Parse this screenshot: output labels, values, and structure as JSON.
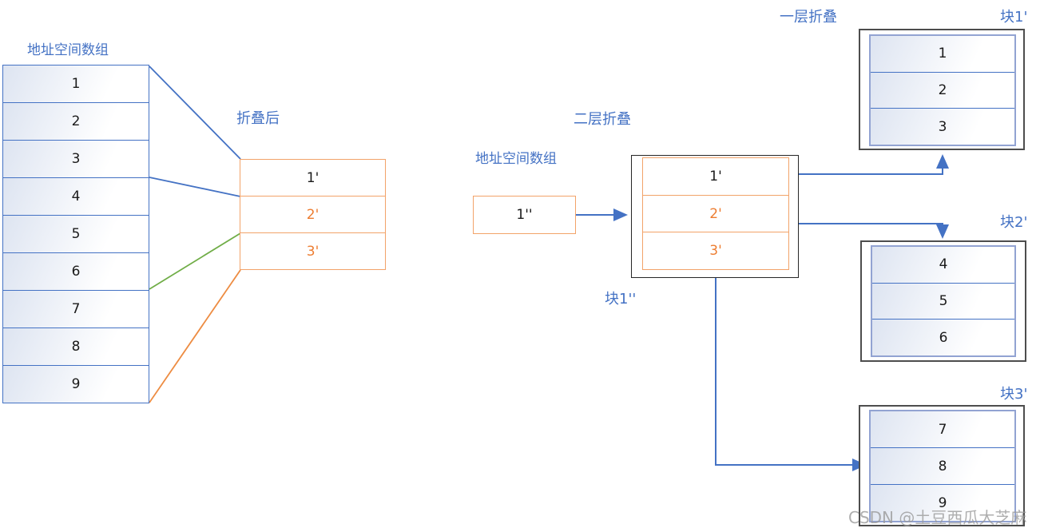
{
  "colors": {
    "blue": "#4472C4",
    "inner_blue": "#92A3D2",
    "label_blue": "#4472C4",
    "orange_border": "#F2A369",
    "orange_line": "#ED8C42",
    "orange_text": "#ED7D31",
    "green": "#70AD47",
    "dark_border": "#262626",
    "gray_border": "#4d4d4d",
    "watermark_gray": "#9b9b9b"
  },
  "left_array": {
    "title": "地址空间数组",
    "cells": [
      "1",
      "2",
      "3",
      "4",
      "5",
      "6",
      "7",
      "8",
      "9"
    ]
  },
  "folded": {
    "title": "折叠后",
    "cells": [
      "1'",
      "2'",
      "3'"
    ]
  },
  "second_fold": {
    "title": "二层折叠",
    "array_title": "地址空间数组",
    "source_cell": "1''",
    "block_label": "块1''",
    "block_cells": [
      "1'",
      "2'",
      "3'"
    ]
  },
  "first_fold": {
    "title": "一层折叠",
    "blocks": [
      {
        "label": "块1'",
        "cells": [
          "1",
          "2",
          "3"
        ]
      },
      {
        "label": "块2'",
        "cells": [
          "4",
          "5",
          "6"
        ]
      },
      {
        "label": "块3'",
        "cells": [
          "7",
          "8",
          "9"
        ]
      }
    ]
  },
  "watermark": "CSDN @土豆西瓜大芝麻"
}
